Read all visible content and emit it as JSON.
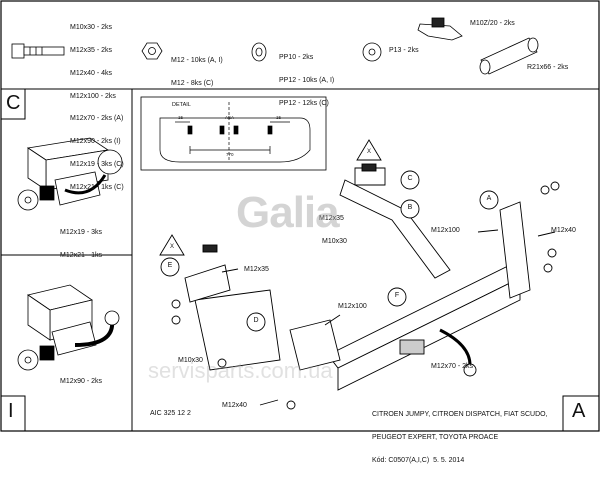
{
  "parts": {
    "bolts": [
      "M10x30 - 2ks",
      "M12x35 - 2ks",
      "M12x40 - 4ks",
      "M12x100 - 2ks",
      "M12x70 - 2ks (A)",
      "M12x90 - 2ks (I)",
      "M12x19 - 3ks (C)",
      "M12x21 - 1ks (C)"
    ],
    "nuts": [
      "M12 - 10ks (A, I)",
      "M12 - 8ks (C)"
    ],
    "washers": [
      "PP10 - 2ks",
      "PP12 - 10ks (A, I)",
      "PP12 - 12ks (C)"
    ],
    "p13": "P13 - 2ks",
    "clip": "M10Z/20 - 2ks",
    "tube": "R21x66 - 2ks"
  },
  "panel_c": {
    "letter": "C",
    "bolts": [
      "M12x19 - 3ks",
      "M12x21 - 1ks"
    ]
  },
  "panel_i": {
    "letter": "I",
    "bolt": "M12x90 - 2ks"
  },
  "detail": {
    "title": "DETAIL",
    "dim_left": "15",
    "dim_mid": "AEA",
    "dim_right": "15",
    "dim_bottom": "770"
  },
  "labels": {
    "A": "A",
    "B": "B",
    "C": "C",
    "D": "D",
    "E": "E",
    "F": "F",
    "X1": "X",
    "X2": "X",
    "m12x35_top": "M12x35",
    "m10x30_top": "M10x30",
    "m12x100_right": "M12x100",
    "m12x40_right": "M12x40",
    "m12x35_left": "M12x35",
    "m12x100_mid": "M12x100",
    "m10x30_bottom": "M10x30",
    "m12x40_bottom": "M12x40",
    "m12x70": "M12x70 - 2ks"
  },
  "footer": {
    "code": "AIC 325 12 2",
    "vehicles": [
      "CITROEN JUMPY, CITROEN DISPATCH, FIAT SCUDO,",
      "PEUGEOT EXPERT, TOYOTA PROACE"
    ],
    "kod": "Kód: C0507(A,I,C)  5. 5. 2014",
    "corner_letter": "A"
  },
  "watermark": {
    "logo": "Galia",
    "site": "servisparts.com.ua"
  }
}
